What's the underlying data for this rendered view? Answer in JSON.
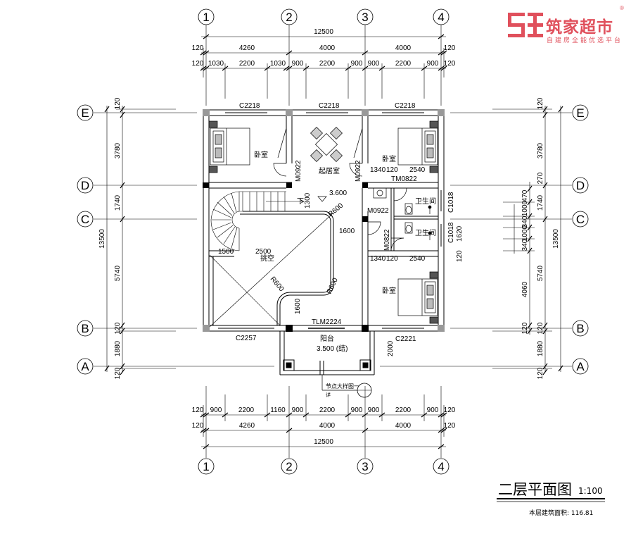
{
  "logo": {
    "name": "筑家超市",
    "slogan": "自建房全能优选平台",
    "registered_mark": "®",
    "color": "#e0505c"
  },
  "drawing": {
    "title": "二层平面图",
    "scale": "1:100",
    "area_label": "本层建筑面积: 116.81"
  },
  "axes": {
    "columns": [
      "1",
      "2",
      "3",
      "4"
    ],
    "rows": [
      "E",
      "D",
      "C",
      "B",
      "A"
    ]
  },
  "dims_top": {
    "total": "12500",
    "bays": [
      "120",
      "4260",
      "4000",
      "4000",
      "120"
    ],
    "openings": [
      "120",
      "1030",
      "2200",
      "1030",
      "900",
      "2200",
      "900",
      "900",
      "2200",
      "900",
      "120"
    ]
  },
  "dims_bottom": {
    "openings": [
      "120",
      "900",
      "2200",
      "1160",
      "900",
      "2200",
      "900",
      "900",
      "2200",
      "900",
      "120"
    ],
    "bays": [
      "120",
      "4260",
      "4000",
      "4000",
      "120"
    ],
    "total": "12500"
  },
  "dims_left": {
    "total": "13500",
    "bays": [
      "120",
      "3780",
      "1740",
      "5740",
      "120",
      "1880",
      "120"
    ]
  },
  "dims_right": {
    "total": "13500",
    "bays": [
      "120",
      "3780",
      "270",
      "1740",
      "5740",
      "120",
      "1880",
      "120"
    ],
    "details": [
      "470",
      "1000",
      "340",
      "1000",
      "340",
      "4060",
      "120"
    ]
  },
  "rooms": {
    "bedroom_nw": "卧室",
    "living": "起居室",
    "bedroom_ne": "卧室",
    "bath_1": "卫生间",
    "bath_2": "卫生间",
    "corridor": "挑空",
    "bedroom_se": "卧室",
    "balcony": "阳台",
    "balcony_level": "3.500 (结)"
  },
  "codes": {
    "win_top_1": "C2218",
    "win_top_2": "C2218",
    "win_top_3": "C2218",
    "door_m0922_a": "M0922",
    "door_m0922_b": "M0922",
    "door_m0922_c": "M0922",
    "door_m0822_a": "TM0822",
    "door_m0822_b": "M0822",
    "win_c1018_a": "C1018",
    "win_c1018_b": "C1018",
    "win_c2257": "C2257",
    "door_tlm": "TLM2224",
    "win_c2221": "C2221",
    "level": "3.600",
    "stair_down": "下",
    "r600_1": "R600",
    "r600_2": "R600",
    "r600_3": "R600",
    "detail_note": "节点大样图一",
    "detail_sub": "详"
  },
  "inner_dims": {
    "d1300": "1300",
    "d1500": "1500",
    "d2500": "2500",
    "d1600a": "1600",
    "d1600b": "1600",
    "d1340a": "1340",
    "d120a": "120",
    "d2540a": "2540",
    "d1340b": "1340",
    "d120b": "120",
    "d2540b": "2540",
    "d2000": "2000",
    "d1620": "1620",
    "d120c": "120"
  }
}
